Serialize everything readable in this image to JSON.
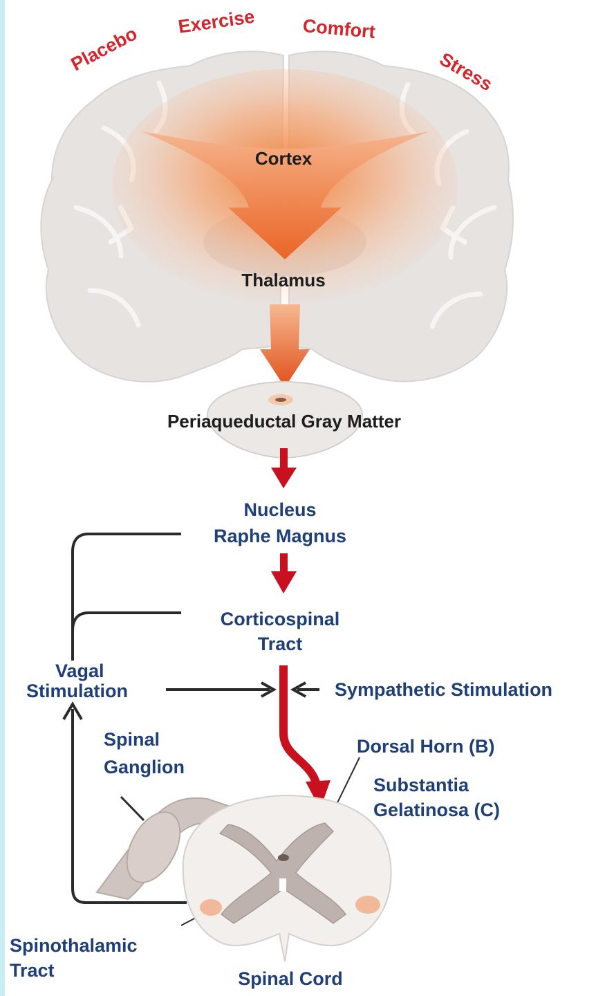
{
  "influences": [
    "Placebo",
    "Exercise",
    "Comfort",
    "Stress"
  ],
  "brain": {
    "cortex": "Cortex",
    "thalamus": "Thalamus",
    "pag": "Periaqueductal Gray Matter"
  },
  "pathway": {
    "nrm_line1": "Nucleus",
    "nrm_line2": "Raphe Magnus",
    "cst_line1": "Corticospinal",
    "cst_line2": "Tract"
  },
  "stimulation": {
    "vagal_line1": "Vagal",
    "vagal_line2": "Stimulation",
    "sympathetic": "Sympathetic Stimulation"
  },
  "spinal": {
    "ganglion_line1": "Spinal",
    "ganglion_line2": "Ganglion",
    "dorsal_horn": "Dorsal Horn (B)",
    "sg_line1": "Substantia",
    "sg_line2": "Gelatinosa (C)",
    "stt_line1": "Spinothalamic",
    "stt_line2": "Tract",
    "cord": "Spinal Cord"
  },
  "colors": {
    "influence_red": "#d8232a",
    "pathway_blue": "#1f3f78",
    "arrow_red": "#c8101e",
    "arrow_orange": "#f07a2a",
    "brain_gray": "#e6e3e1",
    "strip": "#c9eef4"
  }
}
